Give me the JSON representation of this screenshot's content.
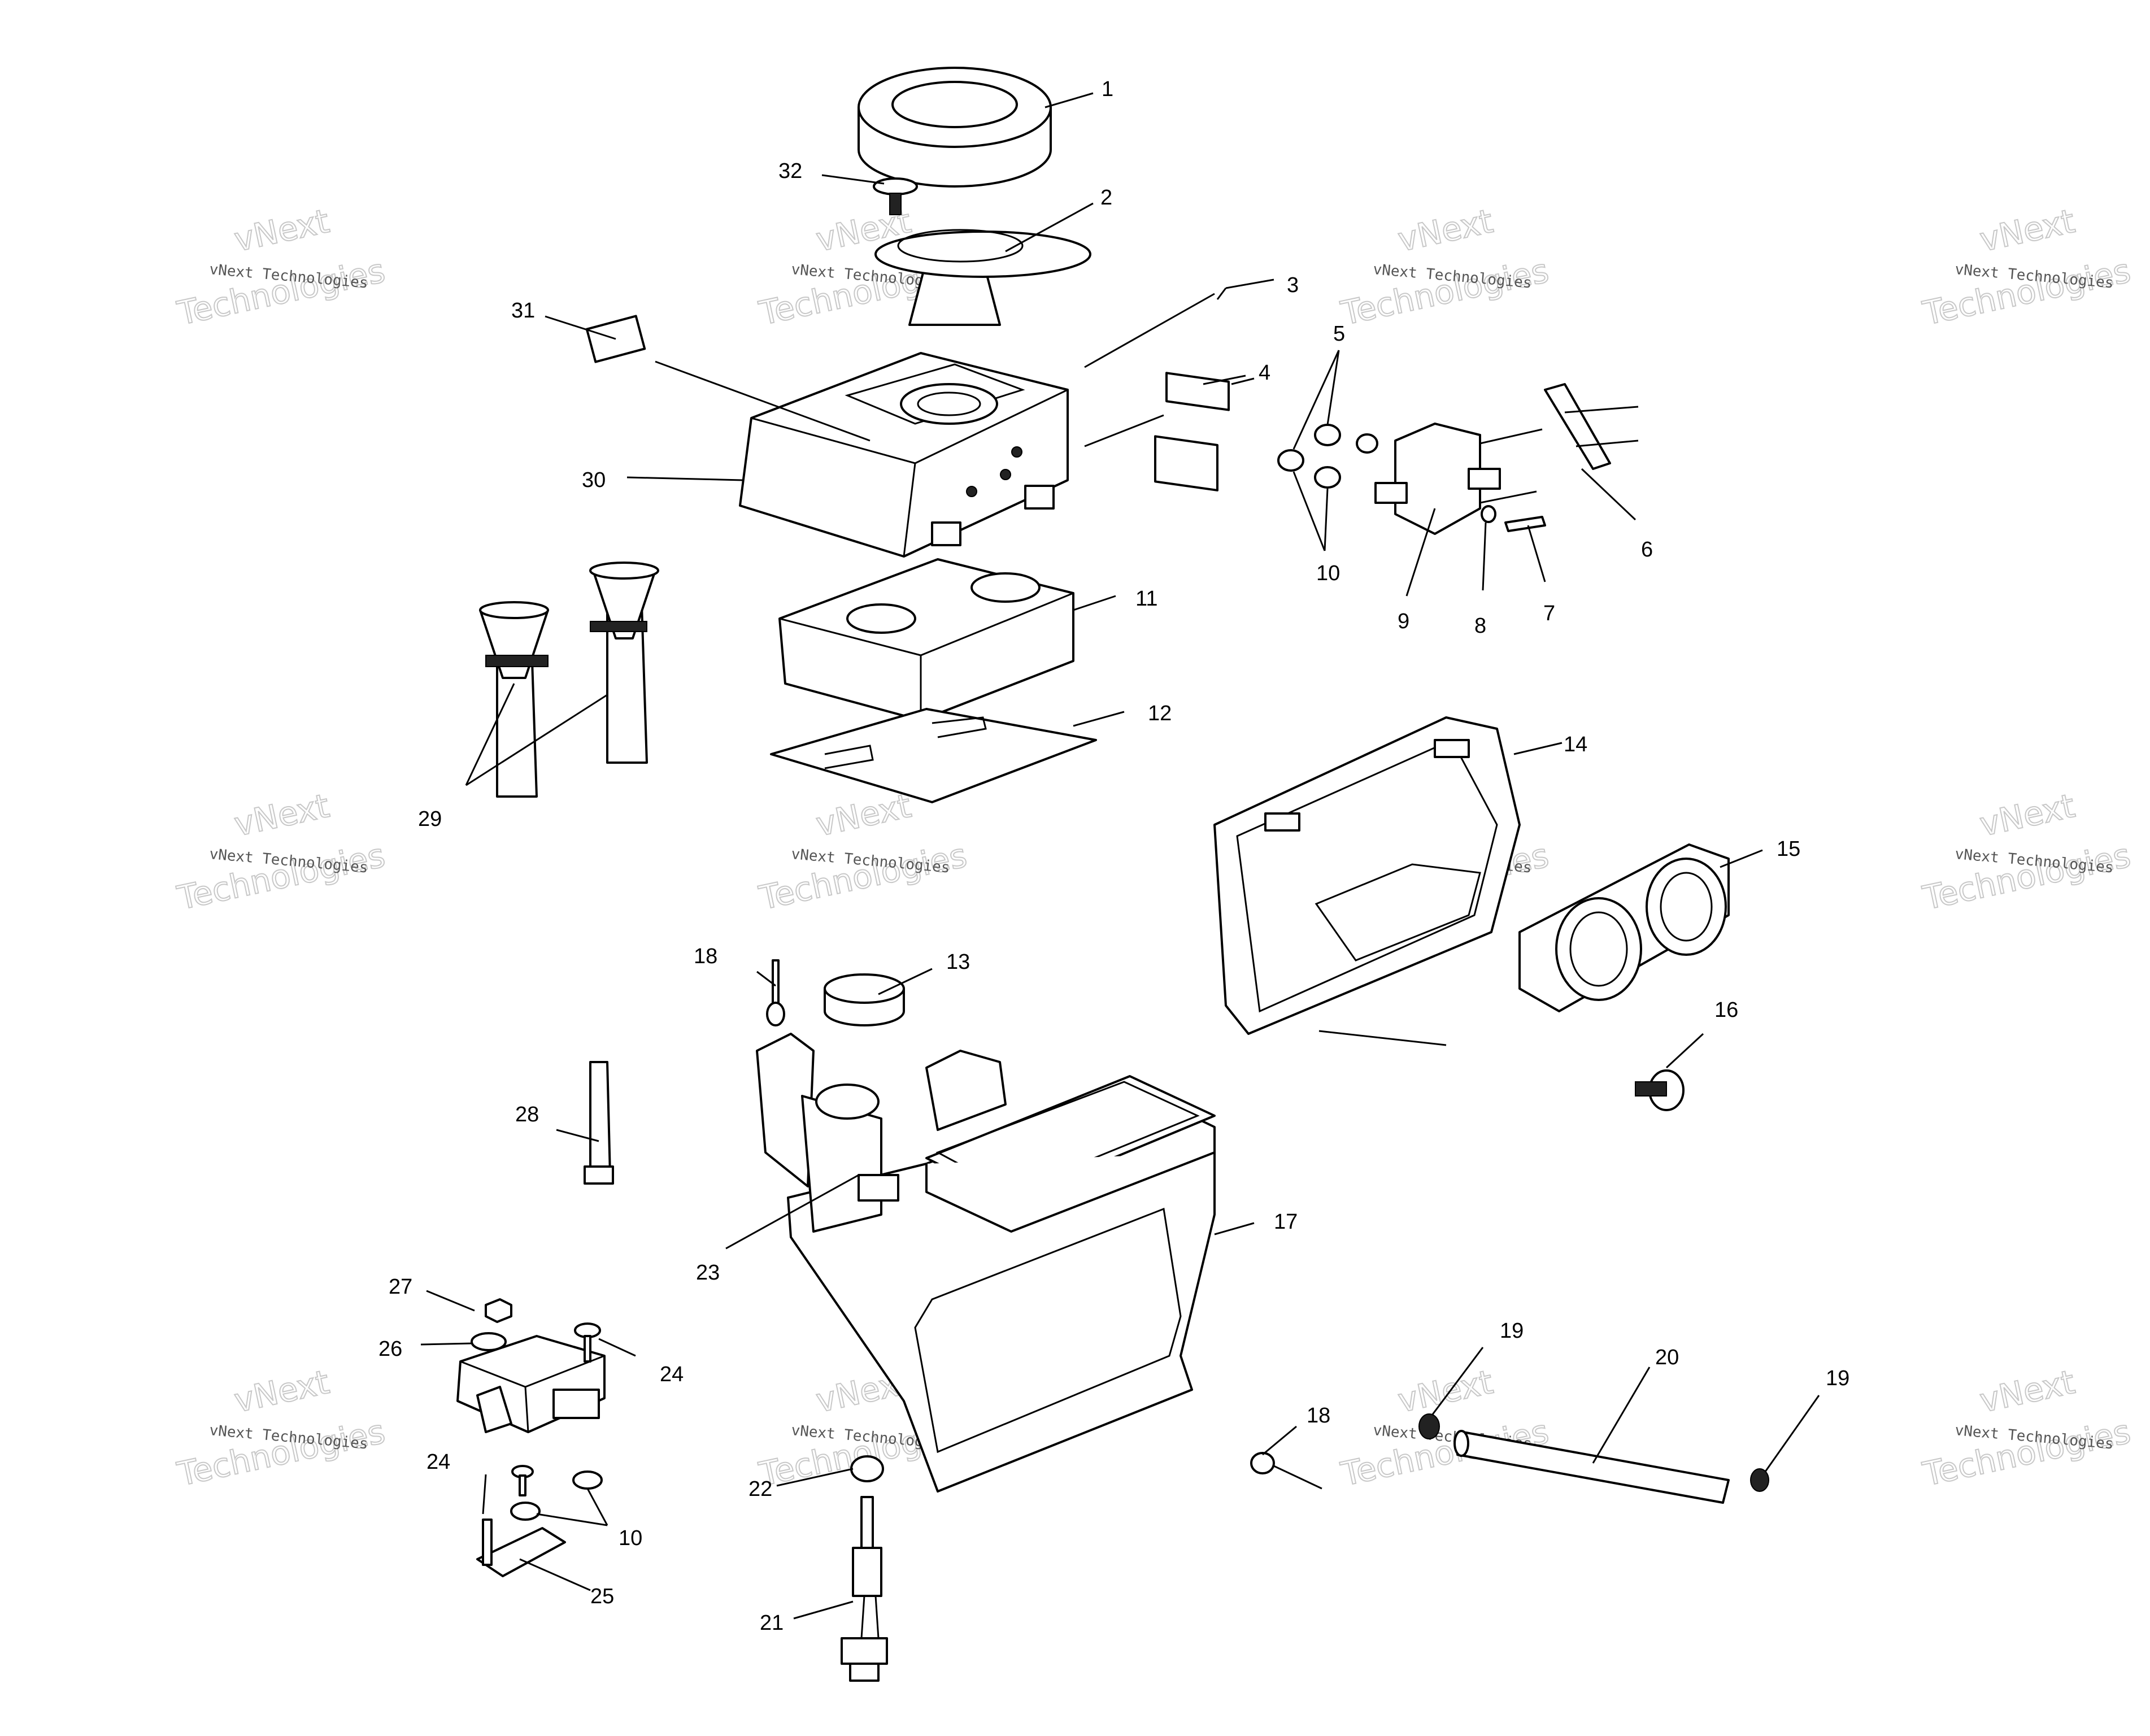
{
  "watermark": {
    "line1": "vNext Technologies",
    "line2": "vNext",
    "line3": "Technologies"
  },
  "callouts": [
    {
      "id": "1",
      "label": "1"
    },
    {
      "id": "2",
      "label": "2"
    },
    {
      "id": "3",
      "label": "3"
    },
    {
      "id": "4",
      "label": "4"
    },
    {
      "id": "5",
      "label": "5"
    },
    {
      "id": "6",
      "label": "6"
    },
    {
      "id": "7",
      "label": "7"
    },
    {
      "id": "8",
      "label": "8"
    },
    {
      "id": "9",
      "label": "9"
    },
    {
      "id": "10a",
      "label": "10"
    },
    {
      "id": "10b",
      "label": "10"
    },
    {
      "id": "11",
      "label": "11"
    },
    {
      "id": "12",
      "label": "12"
    },
    {
      "id": "13",
      "label": "13"
    },
    {
      "id": "14",
      "label": "14"
    },
    {
      "id": "15",
      "label": "15"
    },
    {
      "id": "16",
      "label": "16"
    },
    {
      "id": "17",
      "label": "17"
    },
    {
      "id": "18a",
      "label": "18"
    },
    {
      "id": "18b",
      "label": "18"
    },
    {
      "id": "19a",
      "label": "19"
    },
    {
      "id": "19b",
      "label": "19"
    },
    {
      "id": "20",
      "label": "20"
    },
    {
      "id": "21",
      "label": "21"
    },
    {
      "id": "22",
      "label": "22"
    },
    {
      "id": "23",
      "label": "23"
    },
    {
      "id": "24a",
      "label": "24"
    },
    {
      "id": "24b",
      "label": "24"
    },
    {
      "id": "25",
      "label": "25"
    },
    {
      "id": "26",
      "label": "26"
    },
    {
      "id": "27",
      "label": "27"
    },
    {
      "id": "28",
      "label": "28"
    },
    {
      "id": "29",
      "label": "29"
    },
    {
      "id": "30",
      "label": "30"
    },
    {
      "id": "31",
      "label": "31"
    },
    {
      "id": "32",
      "label": "32"
    }
  ]
}
